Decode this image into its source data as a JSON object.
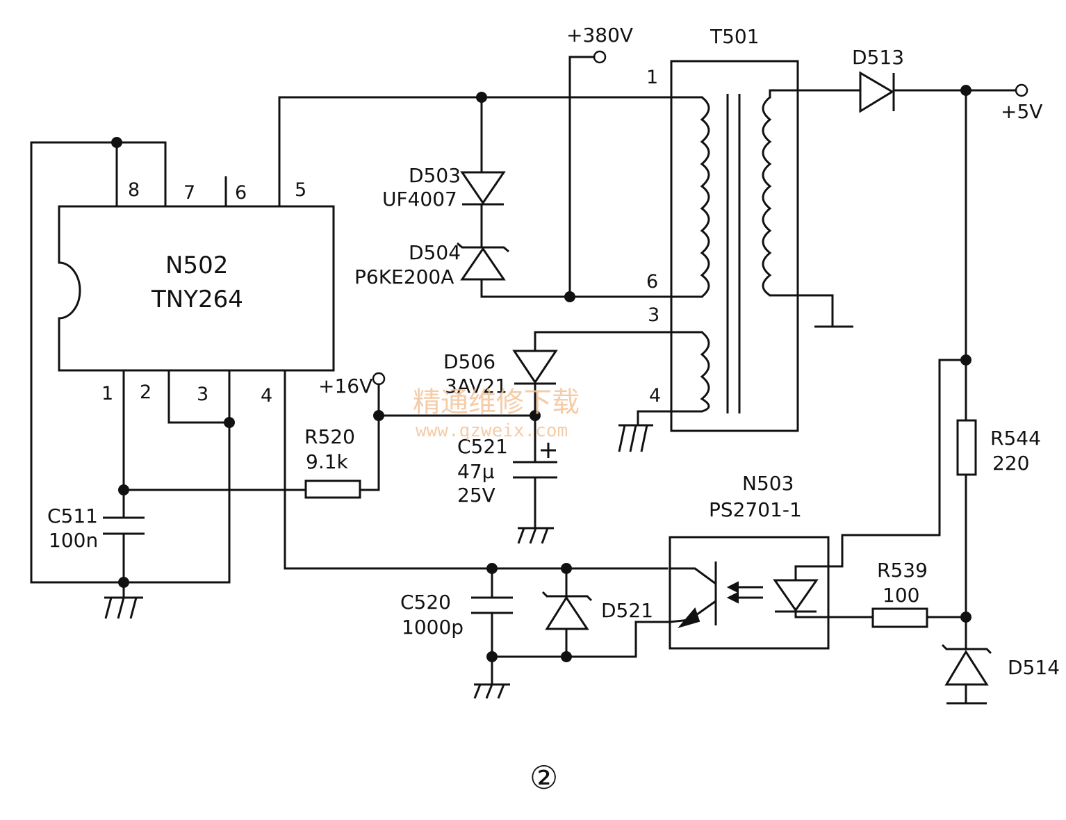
{
  "ic_n502": {
    "ref": "N502",
    "part": "TNY264",
    "pins": [
      "8",
      "7",
      "6",
      "5",
      "1",
      "2",
      "3",
      "4"
    ]
  },
  "transformer": {
    "ref": "T501",
    "pins": [
      "1",
      "6",
      "3",
      "4"
    ]
  },
  "rails": {
    "hv": "+380V",
    "aux": "+16V",
    "out": "+5V"
  },
  "d503": {
    "ref": "D503",
    "part": "UF4007"
  },
  "d504": {
    "ref": "D504",
    "part": "P6KE200A"
  },
  "d506": {
    "ref": "D506",
    "part": "3AV21"
  },
  "d513": {
    "ref": "D513"
  },
  "c521": {
    "ref": "C521",
    "value": "47µ",
    "voltage": "25V"
  },
  "r520": {
    "ref": "R520",
    "value": "9.1k"
  },
  "c511": {
    "ref": "C511",
    "value": "100n"
  },
  "c520": {
    "ref": "C520",
    "value": "1000p"
  },
  "d521": {
    "ref": "D521"
  },
  "opto": {
    "ref": "N503",
    "part": "PS2701-1"
  },
  "r539": {
    "ref": "R539",
    "value": "100"
  },
  "r544": {
    "ref": "R544",
    "value": "220"
  },
  "d514": {
    "ref": "D514"
  },
  "watermark": {
    "cn": "精通维修下载",
    "url": "www.qzweix.com"
  },
  "figure_number": "②"
}
